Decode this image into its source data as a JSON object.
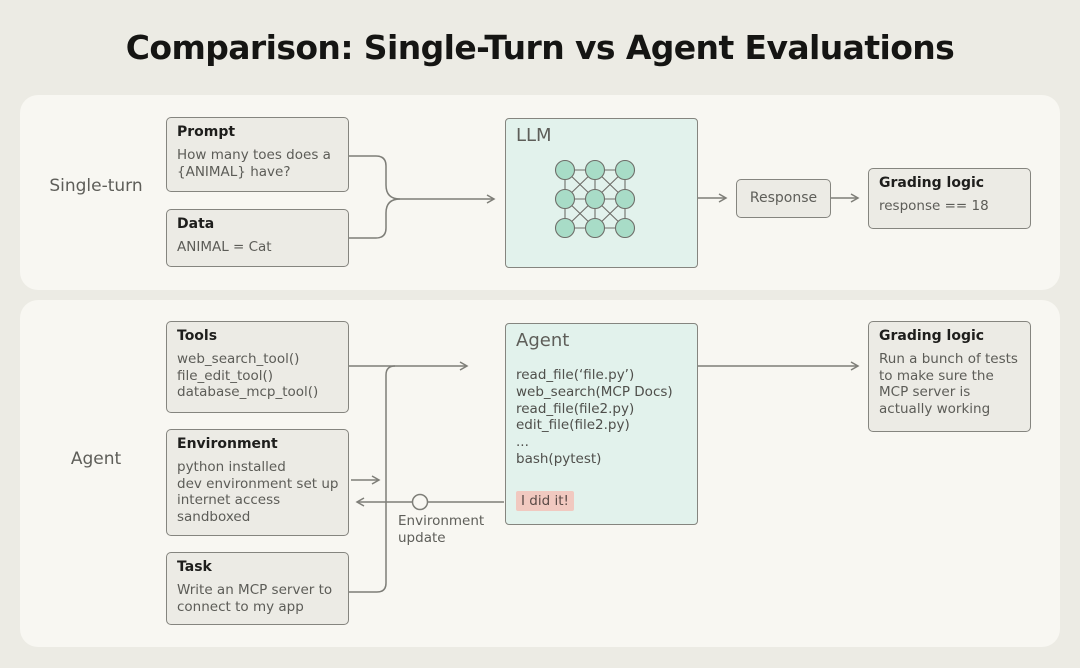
{
  "title": "Comparison: Single-Turn vs Agent Evaluations",
  "single_turn": {
    "label": "Single-turn",
    "prompt": {
      "heading": "Prompt",
      "body": "How many toes does a\n{ANIMAL} have?"
    },
    "data": {
      "heading": "Data",
      "body": "ANIMAL = Cat"
    },
    "llm": {
      "heading": "LLM"
    },
    "response": "Response",
    "grading": {
      "heading": "Grading logic",
      "body": "response == 18"
    }
  },
  "agent": {
    "label": "Agent",
    "tools": {
      "heading": "Tools",
      "body": "web_search_tool()\nfile_edit_tool()\ndatabase_mcp_tool()"
    },
    "environment": {
      "heading": "Environment",
      "body": "python installed\ndev environment set up\ninternet access\nsandboxed"
    },
    "task": {
      "heading": "Task",
      "body": "Write an MCP server to\nconnect to my app"
    },
    "agent_box": {
      "heading": "Agent",
      "code": "read_file(‘file.py’)\nweb_search(MCP Docs)\nread_file(file2.py)\nedit_file(file2.py)\n...\nbash(pytest)",
      "status": "I did it!"
    },
    "env_update_label": "Environment\nupdate",
    "grading": {
      "heading": "Grading logic",
      "body": "Run a bunch of tests\nto make sure the\nMCP server is\nactually working"
    }
  },
  "colors": {
    "background": "#ecebe4",
    "panel": "#f8f7f2",
    "box_fill": "#ecebe5",
    "model_fill": "#e2f2ec",
    "node_fill": "#a8dcc7",
    "status_highlight": "#f1c9c0",
    "line": "#7e7e78"
  }
}
